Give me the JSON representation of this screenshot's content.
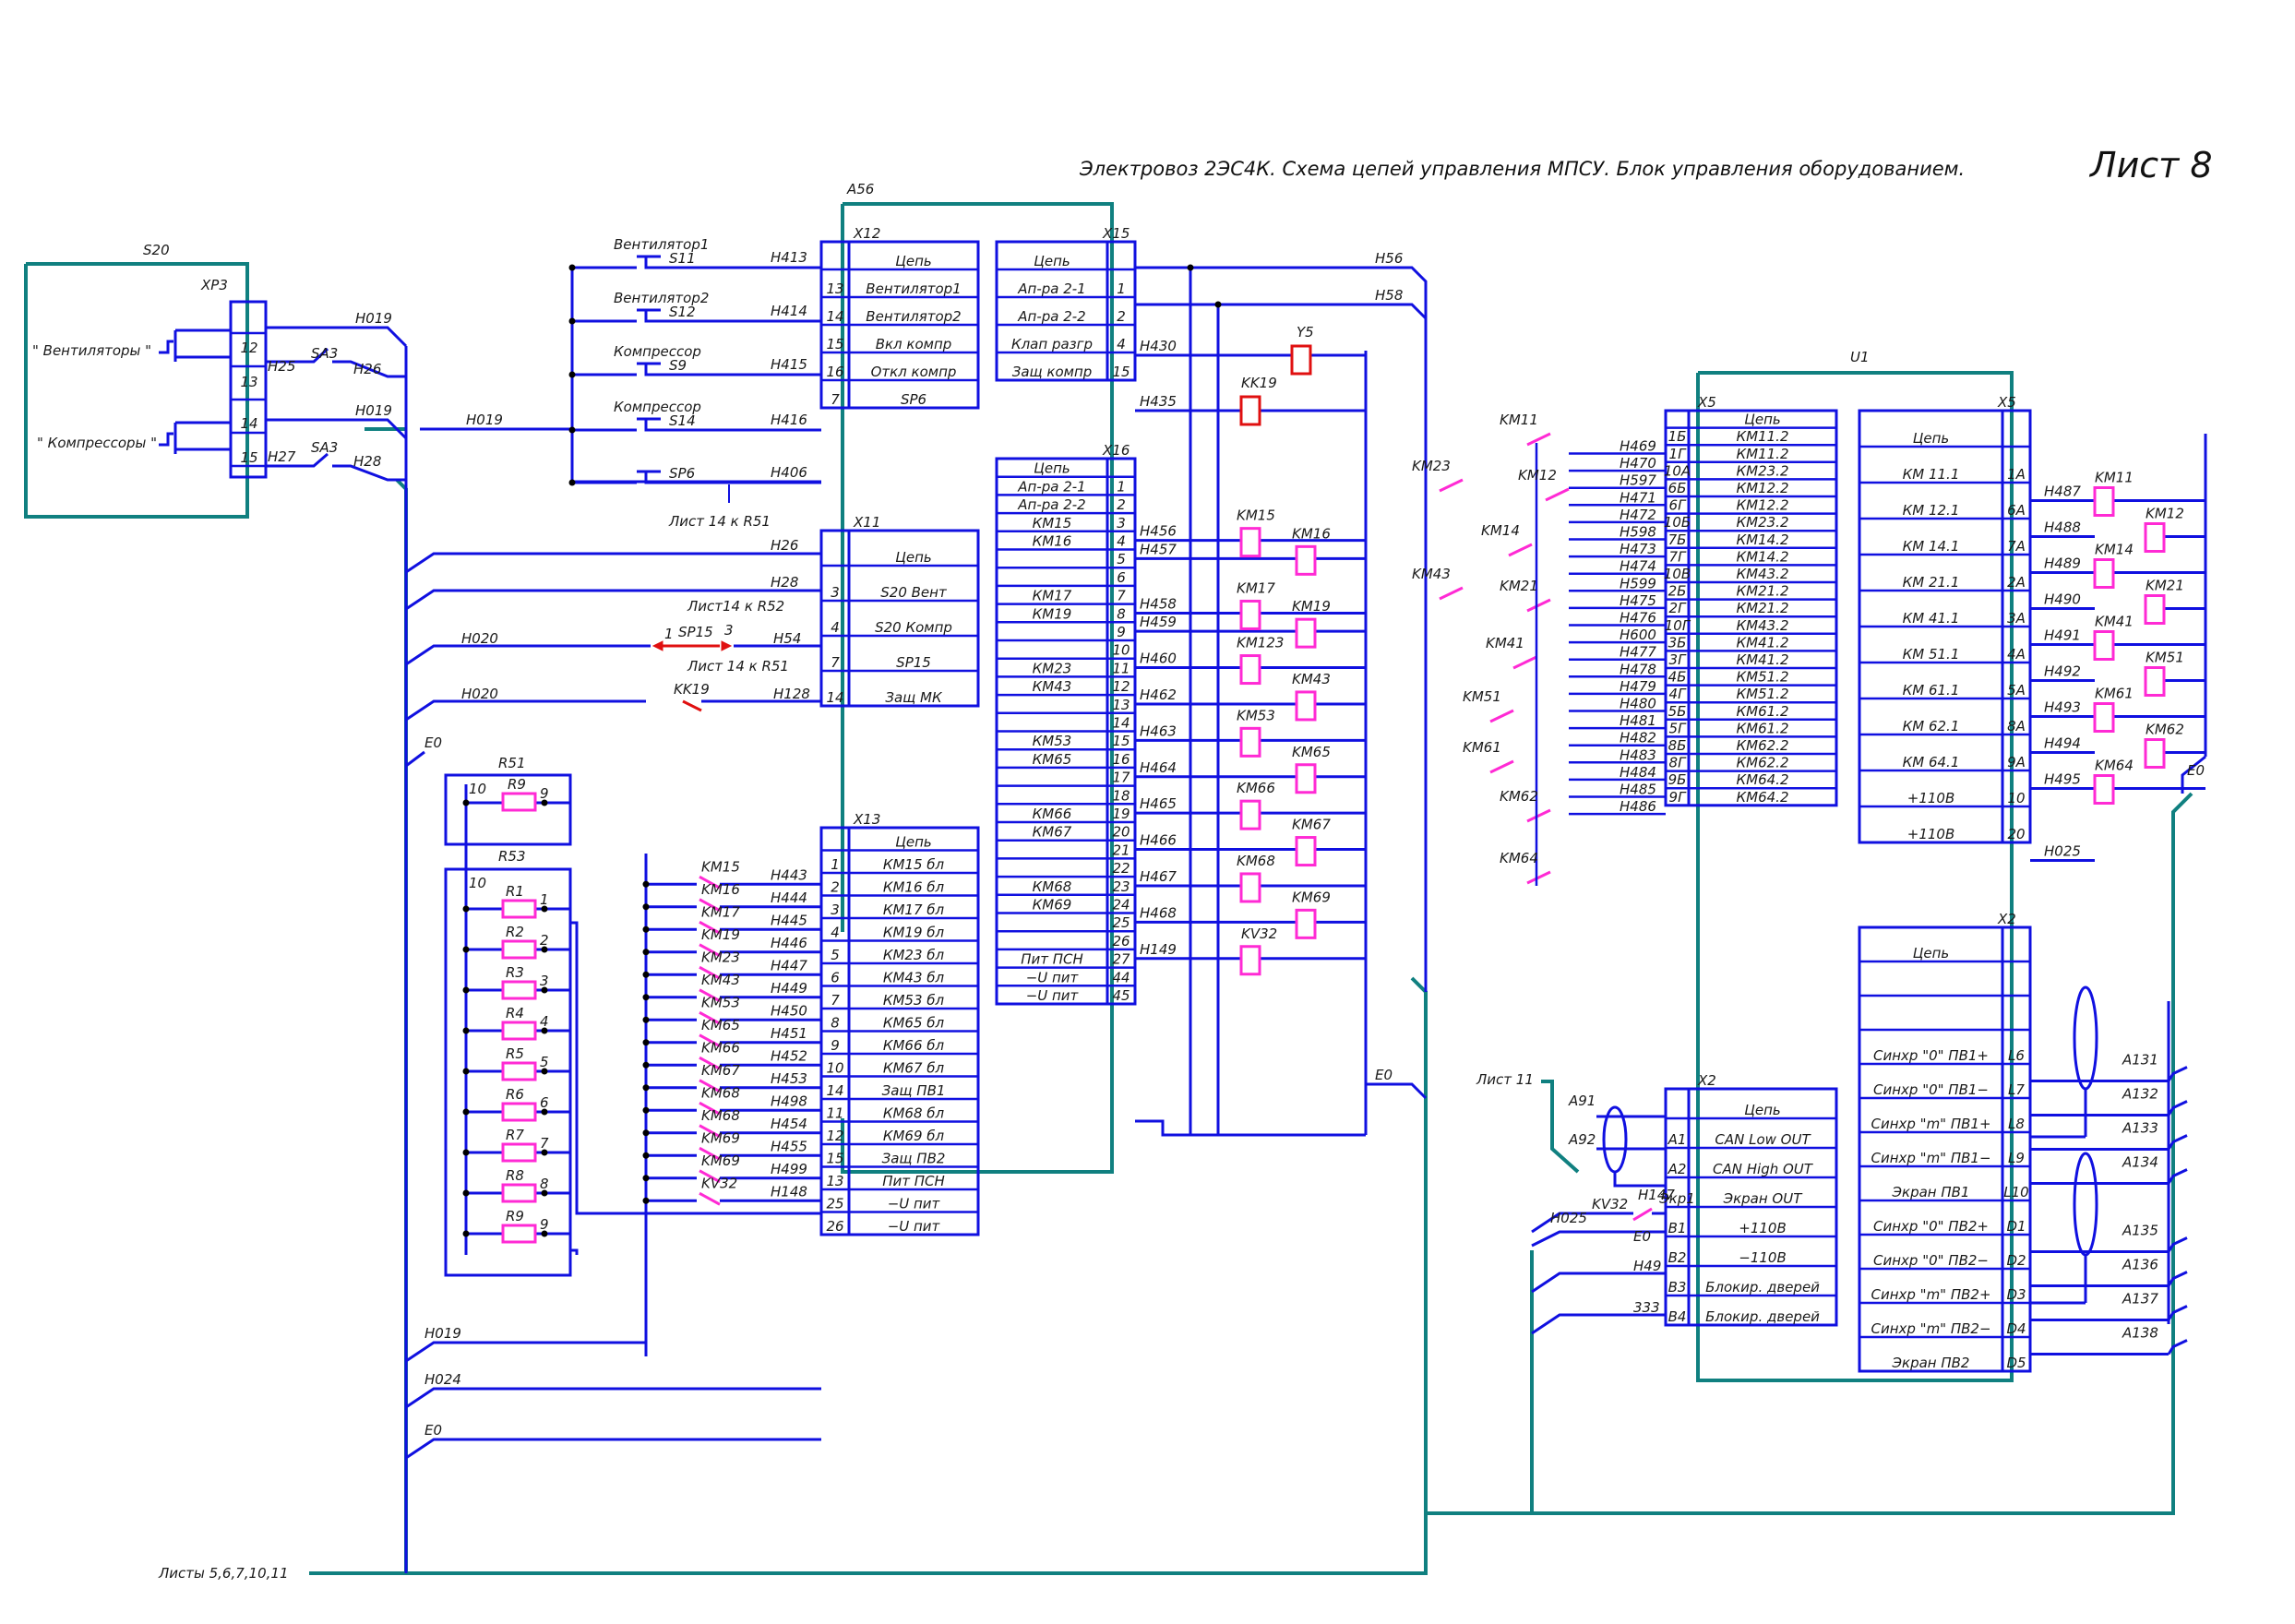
{
  "header": {
    "title": "Электровоз 2ЭС4К. Схема цепей управления МПСУ. Блок управления оборудованием.",
    "sheet": "Лист 8"
  },
  "colors": {
    "blue": "#1010e0",
    "teal": "#108080",
    "magenta": "#ff2ad4",
    "red": "#e01010",
    "text": "#1a1a1a"
  },
  "block_labels": {
    "s20": "S20",
    "xp3": "XP3",
    "a56": "A56",
    "u1": "U1",
    "x12": "X12",
    "x11": "X11",
    "x13": "X13",
    "x15": "X15",
    "x16": "X16",
    "x5a": "X5",
    "x5b": "X5",
    "x2a": "X2",
    "x2b": "X2"
  },
  "s20": {
    "pins": [
      "12",
      "13",
      "14",
      "15"
    ],
    "switches": [
      "\" Вентиляторы \"",
      "\" Компрессоры \""
    ],
    "sa": [
      "SA3",
      "SA3"
    ],
    "wires": [
      "H25",
      "H26",
      "H019",
      "H27",
      "H28",
      "H019"
    ],
    "feed": "H019"
  },
  "x12": {
    "header": "Цепь",
    "rows": [
      {
        "pin": "13",
        "name": "Вентилятор1",
        "wire": "H413"
      },
      {
        "pin": "14",
        "name": "Вентилятор2",
        "wire": "H414"
      },
      {
        "pin": "15",
        "name": "Вкл компр",
        "wire": "H415"
      },
      {
        "pin": "16",
        "name": "Откл компр",
        "wire": "H416"
      },
      {
        "pin": "7",
        "name": "SP6",
        "wire": "H406"
      }
    ],
    "buttons": [
      {
        "title": "Вентилятор1",
        "tag": "S11"
      },
      {
        "title": "Вентилятор2",
        "tag": "S12"
      },
      {
        "title": "Компрессор",
        "tag": "S9"
      },
      {
        "title": "Компрессор",
        "tag": "S14"
      },
      {
        "title": "",
        "tag": "SP6"
      }
    ],
    "note": "Лист 14 к R51"
  },
  "x11": {
    "header": "Цепь",
    "rows": [
      {
        "pin": "3",
        "name": "S20 Вент",
        "wire": "H26"
      },
      {
        "pin": "4",
        "name": "S20 Компр",
        "wire": "H28"
      },
      {
        "pin": "7",
        "name": "SP15",
        "wire": "H54"
      },
      {
        "pin": "14",
        "name": "Защ МК",
        "wire": "H128"
      }
    ],
    "left_wires": [
      "H020",
      "H020"
    ],
    "sp15": [
      "Лист14 к R52",
      "SP15",
      "1",
      "3",
      "Лист 14 к R51"
    ],
    "kk19": "KK19"
  },
  "resistors": {
    "r51": "R51",
    "r53": "R53",
    "r9top": "R9",
    "pin10": "10",
    "pin9": "9",
    "list": [
      {
        "name": "R1",
        "pin": "1"
      },
      {
        "name": "R2",
        "pin": "2"
      },
      {
        "name": "R3",
        "pin": "3"
      },
      {
        "name": "R4",
        "pin": "4"
      },
      {
        "name": "R5",
        "pin": "5"
      },
      {
        "name": "R6",
        "pin": "6"
      },
      {
        "name": "R7",
        "pin": "7"
      },
      {
        "name": "R8",
        "pin": "8"
      },
      {
        "name": "R9",
        "pin": "9"
      }
    ],
    "e0": "E0"
  },
  "x13": {
    "header": "Цепь",
    "rows": [
      {
        "pin": "1",
        "name": "КМ15 бл",
        "wire": "H443",
        "contact": "KM15"
      },
      {
        "pin": "2",
        "name": "КМ16 бл",
        "wire": "H444",
        "contact": "KM16"
      },
      {
        "pin": "3",
        "name": "КМ17 бл",
        "wire": "H445",
        "contact": "KM17"
      },
      {
        "pin": "4",
        "name": "КМ19 бл",
        "wire": "H446",
        "contact": "KM19"
      },
      {
        "pin": "5",
        "name": "КМ23 бл",
        "wire": "H447",
        "contact": "KM23"
      },
      {
        "pin": "6",
        "name": "КМ43 бл",
        "wire": "H449",
        "contact": "KM43"
      },
      {
        "pin": "7",
        "name": "КМ53 бл",
        "wire": "H450",
        "contact": "KM53"
      },
      {
        "pin": "8",
        "name": "КМ65 бл",
        "wire": "H451",
        "contact": "KM65"
      },
      {
        "pin": "9",
        "name": "КМ66 бл",
        "wire": "H452",
        "contact": "KM66"
      },
      {
        "pin": "10",
        "name": "КМ67 бл",
        "wire": "H453",
        "contact": "KM67"
      },
      {
        "pin": "14",
        "name": "Защ ПВ1",
        "wire": "H498",
        "contact": "KM68"
      },
      {
        "pin": "11",
        "name": "КМ68 бл",
        "wire": "H454",
        "contact": "KM68"
      },
      {
        "pin": "12",
        "name": "КМ69 бл",
        "wire": "H455",
        "contact": "KM69"
      },
      {
        "pin": "15",
        "name": "Защ ПВ2",
        "wire": "H499",
        "contact": "KM69"
      },
      {
        "pin": "13",
        "name": "Пит ПСН",
        "wire": "H148",
        "contact": "KV32"
      },
      {
        "pin": "25",
        "name": "−U пит",
        "wire": "",
        "contact": ""
      },
      {
        "pin": "26",
        "name": "−U пит",
        "wire": "",
        "contact": ""
      }
    ],
    "left_wires": [
      "H019",
      "H024",
      "E0"
    ]
  },
  "x15": {
    "header": "Цепь",
    "rows": [
      {
        "pin": "1",
        "name": "Ап-ра 2-1",
        "wire": "H56"
      },
      {
        "pin": "2",
        "name": "Ап-ра 2-2",
        "wire": "H58"
      },
      {
        "pin": "4",
        "name": "Клап разгр",
        "wire": "H430"
      },
      {
        "pin": "15",
        "name": "Защ компр",
        "wire": "H435"
      }
    ]
  },
  "x16": {
    "header": "Цепь",
    "rows": [
      {
        "pin": "1",
        "name": "Ап-ра 2-1",
        "wire": ""
      },
      {
        "pin": "2",
        "name": "Ап-ра 2-2",
        "wire": ""
      },
      {
        "pin": "3",
        "name": "КМ15",
        "wire": "H456"
      },
      {
        "pin": "4",
        "name": "КМ16",
        "wire": "H457"
      },
      {
        "pin": "5",
        "name": "",
        "wire": ""
      },
      {
        "pin": "6",
        "name": "",
        "wire": ""
      },
      {
        "pin": "7",
        "name": "КМ17",
        "wire": "H458"
      },
      {
        "pin": "8",
        "name": "КМ19",
        "wire": "H459"
      },
      {
        "pin": "9",
        "name": "",
        "wire": ""
      },
      {
        "pin": "10",
        "name": "",
        "wire": "H460"
      },
      {
        "pin": "11",
        "name": "КМ23",
        "wire": ""
      },
      {
        "pin": "12",
        "name": "КМ43",
        "wire": "H462"
      },
      {
        "pin": "13",
        "name": "",
        "wire": ""
      },
      {
        "pin": "14",
        "name": "",
        "wire": "H463"
      },
      {
        "pin": "15",
        "name": "КМ53",
        "wire": ""
      },
      {
        "pin": "16",
        "name": "КМ65",
        "wire": "H464"
      },
      {
        "pin": "17",
        "name": "",
        "wire": ""
      },
      {
        "pin": "18",
        "name": "",
        "wire": "H465"
      },
      {
        "pin": "19",
        "name": "КМ66",
        "wire": ""
      },
      {
        "pin": "20",
        "name": "КМ67",
        "wire": "H466"
      },
      {
        "pin": "21",
        "name": "",
        "wire": ""
      },
      {
        "pin": "22",
        "name": "",
        "wire": "H467"
      },
      {
        "pin": "23",
        "name": "КМ68",
        "wire": ""
      },
      {
        "pin": "24",
        "name": "КМ69",
        "wire": "H468"
      },
      {
        "pin": "25",
        "name": "",
        "wire": ""
      },
      {
        "pin": "26",
        "name": "",
        "wire": "H149"
      },
      {
        "pin": "27",
        "name": "Пит ПСН",
        "wire": ""
      },
      {
        "pin": "44",
        "name": "−U пит",
        "wire": ""
      },
      {
        "pin": "45",
        "name": "−U пит",
        "wire": ""
      }
    ],
    "coils": [
      "Y5",
      "KK19",
      "KM15",
      "KM16",
      "KM17",
      "KM19",
      "KM123",
      "KM43",
      "KM53",
      "KM65",
      "KM66",
      "KM67",
      "KM68",
      "KM69",
      "KV32"
    ],
    "e0": "E0"
  },
  "x5a": {
    "header": "Цепь",
    "rows": [
      {
        "pin": "1Б",
        "name": "КМ11.2",
        "wire": "H469"
      },
      {
        "pin": "1Г",
        "name": "КМ11.2",
        "wire": "H470"
      },
      {
        "pin": "10А",
        "name": "КМ23.2",
        "wire": "H597"
      },
      {
        "pin": "6Б",
        "name": "КМ12.2",
        "wire": "H471"
      },
      {
        "pin": "6Г",
        "name": "КМ12.2",
        "wire": "H472"
      },
      {
        "pin": "10Б",
        "name": "КМ23.2",
        "wire": "H598"
      },
      {
        "pin": "7Б",
        "name": "КМ14.2",
        "wire": "H473"
      },
      {
        "pin": "7Г",
        "name": "КМ14.2",
        "wire": "H474"
      },
      {
        "pin": "10В",
        "name": "КМ43.2",
        "wire": "H599"
      },
      {
        "pin": "2Б",
        "name": "КМ21.2",
        "wire": "H475"
      },
      {
        "pin": "2Г",
        "name": "КМ21.2",
        "wire": "H476"
      },
      {
        "pin": "10Г",
        "name": "КМ43.2",
        "wire": "H600"
      },
      {
        "pin": "3Б",
        "name": "КМ41.2",
        "wire": "H477"
      },
      {
        "pin": "3Г",
        "name": "КМ41.2",
        "wire": "H478"
      },
      {
        "pin": "4Б",
        "name": "КМ51.2",
        "wire": "H479"
      },
      {
        "pin": "4Г",
        "name": "КМ51.2",
        "wire": "H480"
      },
      {
        "pin": "5Б",
        "name": "КМ61.2",
        "wire": "H481"
      },
      {
        "pin": "5Г",
        "name": "КМ61.2",
        "wire": "H482"
      },
      {
        "pin": "8Б",
        "name": "КМ62.2",
        "wire": "H483"
      },
      {
        "pin": "8Г",
        "name": "КМ62.2",
        "wire": "H484"
      },
      {
        "pin": "9Б",
        "name": "КМ64.2",
        "wire": "H485"
      },
      {
        "pin": "9Г",
        "name": "КМ64.2",
        "wire": "H486"
      }
    ],
    "contacts": [
      "KM11",
      "KM23",
      "KM12",
      "KM43",
      "KM14",
      "KM21",
      "KM41",
      "KM51",
      "KM61",
      "KM62",
      "KM64"
    ]
  },
  "x5b": {
    "header": "Цепь",
    "rows": [
      {
        "pin": "1А",
        "name": "КМ 11.1",
        "wire": "H487",
        "coil": "KM11"
      },
      {
        "pin": "6А",
        "name": "КМ 12.1",
        "wire": "H488",
        "coil": "KM12"
      },
      {
        "pin": "7А",
        "name": "КМ 14.1",
        "wire": "H489",
        "coil": "KM14"
      },
      {
        "pin": "2А",
        "name": "КМ 21.1",
        "wire": "H490",
        "coil": "KM21"
      },
      {
        "pin": "3А",
        "name": "КМ 41.1",
        "wire": "H491",
        "coil": "KM41"
      },
      {
        "pin": "4А",
        "name": "КМ 51.1",
        "wire": "H492",
        "coil": "KM51"
      },
      {
        "pin": "5А",
        "name": "КМ 61.1",
        "wire": "H493",
        "coil": "KM61"
      },
      {
        "pin": "8А",
        "name": "КМ 62.1",
        "wire": "H494",
        "coil": "KM62"
      },
      {
        "pin": "9А",
        "name": "КМ 64.1",
        "wire": "H495",
        "coil": "KM64"
      },
      {
        "pin": "10",
        "name": "+110В",
        "wire": "",
        "coil": ""
      },
      {
        "pin": "20",
        "name": "+110В",
        "wire": "H025",
        "coil": ""
      }
    ],
    "e0": "E0"
  },
  "x2a": {
    "header": "Цепь",
    "rows": [
      {
        "pin": "A1",
        "name": "CAN Low OUT",
        "wire": "A91"
      },
      {
        "pin": "A2",
        "name": "CAN High OUT",
        "wire": "A92"
      },
      {
        "pin": "Экр1",
        "name": "Экран OUT",
        "wire": ""
      },
      {
        "pin": "B1",
        "name": "+110В",
        "wire": "H147"
      },
      {
        "pin": "B2",
        "name": "−110В",
        "wire": "E0"
      },
      {
        "pin": "B3",
        "name": "Блокир. дверей",
        "wire": "H49"
      },
      {
        "pin": "B4",
        "name": "Блокир. дверей",
        "wire": "333"
      }
    ],
    "list11": "Лист 11",
    "h025": "H025",
    "kv32": "KV32"
  },
  "x2b": {
    "header": "Цепь",
    "rows": [
      {
        "pin": "",
        "name": "",
        "wire": ""
      },
      {
        "pin": "",
        "name": "",
        "wire": ""
      },
      {
        "pin": "L6",
        "name": "Синхр \"0\" ПВ1+",
        "wire": "A131"
      },
      {
        "pin": "L7",
        "name": "Синхр \"0\" ПВ1−",
        "wire": "A132"
      },
      {
        "pin": "L8",
        "name": "Синхр \"m\" ПВ1+",
        "wire": "A133"
      },
      {
        "pin": "L9",
        "name": "Синхр \"m\" ПВ1−",
        "wire": "A134"
      },
      {
        "pin": "L10",
        "name": "Экран ПВ1",
        "wire": ""
      },
      {
        "pin": "D1",
        "name": "Синхр \"0\" ПВ2+",
        "wire": "A135"
      },
      {
        "pin": "D2",
        "name": "Синхр \"0\" ПВ2−",
        "wire": "A136"
      },
      {
        "pin": "D3",
        "name": "Синхр \"m\" ПВ2+",
        "wire": "A137"
      },
      {
        "pin": "D4",
        "name": "Синхр \"m\" ПВ2−",
        "wire": "A138"
      },
      {
        "pin": "D5",
        "name": "Экран ПВ2",
        "wire": ""
      }
    ]
  },
  "footer": {
    "sheets": "Листы 5,6,7,10,11"
  }
}
